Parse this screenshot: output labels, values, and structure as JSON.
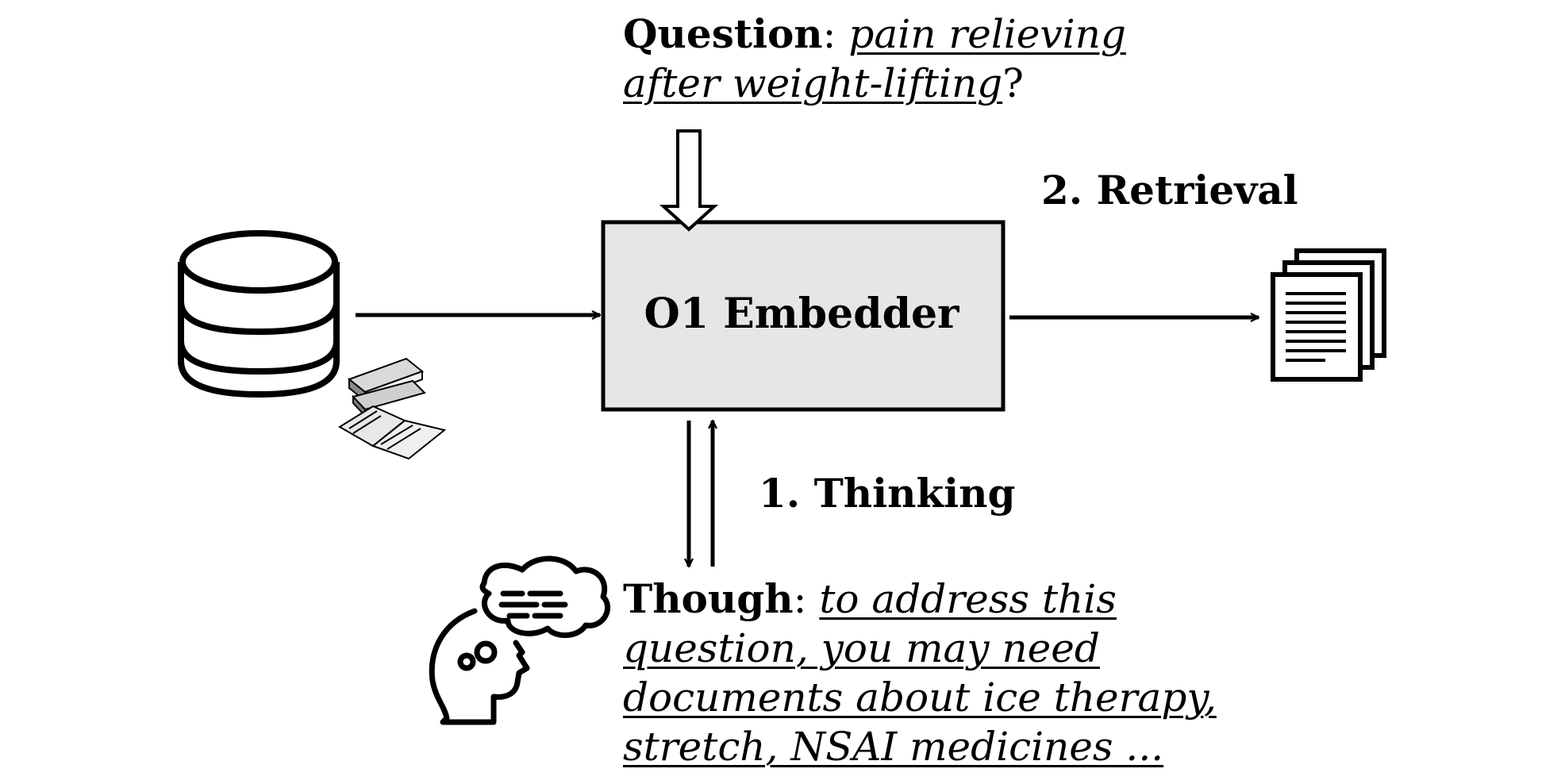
{
  "question": {
    "label": "Question",
    "separator": ": ",
    "text": "pain relieving after weight-lifting",
    "end": "?"
  },
  "embedder": {
    "label": "O1 Embedder"
  },
  "steps": {
    "retrieval": "2. Retrieval",
    "thinking": "1. Thinking"
  },
  "thought": {
    "label": "Though",
    "separator": ": ",
    "text": "to address this question, you may need documents about ice therapy, stretch, NSAI medicines ..."
  },
  "icons": {
    "source": "database-icon",
    "books": "books-icon",
    "output": "documents-icon",
    "thinker": "thinking-head-icon"
  },
  "colors": {
    "box_fill": "#e6e6e6",
    "ink": "#000000"
  }
}
